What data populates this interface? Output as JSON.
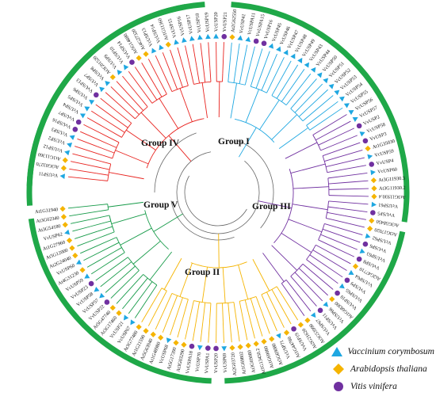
{
  "groups": [
    {
      "label": "Group I",
      "color": "#e8231f"
    },
    {
      "label": "Group II",
      "color": "#7030a0"
    },
    {
      "label": "Group III",
      "color": "#1ea7e1"
    },
    {
      "label": "Group IV",
      "color": "#159a48"
    },
    {
      "label": "Group V",
      "color": "#f5b400"
    }
  ],
  "colors": {
    "ring": "#1fa848",
    "backbone": "#666666"
  },
  "legend": [
    {
      "icon": "triangle-icon",
      "color": "#1ea7e1",
      "label": "Vaccinium corymbosum"
    },
    {
      "icon": "diamond-icon",
      "color": "#f5b400",
      "label": "Arabidopsis thaliana"
    },
    {
      "icon": "circle-icon",
      "color": "#7030a0",
      "label": "Vitis vinifera"
    }
  ],
  "leaves": [
    {
      "label": "VcUSP11",
      "species": "vc",
      "group": 0
    },
    {
      "label": "At3G03270",
      "species": "at",
      "group": 0
    },
    {
      "label": "At1G11360",
      "species": "at",
      "group": 0
    },
    {
      "label": "VcUSP12",
      "species": "vc",
      "group": 0
    },
    {
      "label": "VcUSP2",
      "species": "vc",
      "group": 0
    },
    {
      "label": "VcUSP3",
      "species": "vc",
      "group": 0
    },
    {
      "label": "VvUSP16",
      "species": "vv",
      "group": 0
    },
    {
      "label": "VvUSP7",
      "species": "vv",
      "group": 0
    },
    {
      "label": "VcUSP4",
      "species": "vc",
      "group": 0
    },
    {
      "label": "VcUSP5",
      "species": "vc",
      "group": 0
    },
    {
      "label": "VcUSP6",
      "species": "vc",
      "group": 0
    },
    {
      "label": "VvUSP13",
      "species": "vv",
      "group": 0
    },
    {
      "label": "VcUSP7",
      "species": "vc",
      "group": 0
    },
    {
      "label": "VcUSP8",
      "species": "vc",
      "group": 0
    },
    {
      "label": "At3G01520",
      "species": "at",
      "group": 0
    },
    {
      "label": "VcUSP9",
      "species": "vc",
      "group": 0
    },
    {
      "label": "VcUSP10",
      "species": "vc",
      "group": 0
    },
    {
      "label": "VvUSP14",
      "species": "vv",
      "group": 0
    },
    {
      "label": "At5G14680",
      "species": "at",
      "group": 0
    },
    {
      "label": "At4G27320",
      "species": "at",
      "group": 0
    },
    {
      "label": "VcUSP13",
      "species": "vc",
      "group": 0
    },
    {
      "label": "VcUSP14",
      "species": "vc",
      "group": 0
    },
    {
      "label": "At1G11360",
      "species": "at",
      "group": 0
    },
    {
      "label": "VcUSP15",
      "species": "vc",
      "group": 0
    },
    {
      "label": "VcUSP16",
      "species": "vc",
      "group": 0
    },
    {
      "label": "VcUSP17",
      "species": "vc",
      "group": 0
    },
    {
      "label": "VcUSP18",
      "species": "vc",
      "group": 0
    },
    {
      "label": "VcUSP19",
      "species": "vc",
      "group": 0
    },
    {
      "label": "VcUSP20",
      "species": "vc",
      "group": 0
    },
    {
      "label": "VvUSP21",
      "species": "vv",
      "group": 0
    },
    {
      "label": "At2G62550",
      "species": "at",
      "group": 2
    },
    {
      "label": "VcUSP41",
      "species": "vc",
      "group": 2
    },
    {
      "label": "VcUSPA11",
      "species": "vc",
      "group": 2
    },
    {
      "label": "VvUSPA15",
      "species": "vv",
      "group": 2
    },
    {
      "label": "VvUSP16",
      "species": "vv",
      "group": 2
    },
    {
      "label": "VcUSP45",
      "species": "vc",
      "group": 2
    },
    {
      "label": "VcUSP46",
      "species": "vc",
      "group": 2
    },
    {
      "label": "VcUSP47",
      "species": "vc",
      "group": 2
    },
    {
      "label": "VcUSP48",
      "species": "vc",
      "group": 2
    },
    {
      "label": "VcUSP49",
      "species": "vc",
      "group": 2
    },
    {
      "label": "VcUSP43",
      "species": "vc",
      "group": 2
    },
    {
      "label": "VcUSP44",
      "species": "vc",
      "group": 2
    },
    {
      "label": "VcUSP50",
      "species": "vc",
      "group": 2
    },
    {
      "label": "VcUSP51",
      "species": "vc",
      "group": 2
    },
    {
      "label": "VcUSP52",
      "species": "vc",
      "group": 2
    },
    {
      "label": "VcUSP53",
      "species": "vc",
      "group": 2
    },
    {
      "label": "VcUSP54",
      "species": "vc",
      "group": 2
    },
    {
      "label": "VcUSP55",
      "species": "vc",
      "group": 2
    },
    {
      "label": "VcUSP56",
      "species": "vc",
      "group": 1
    },
    {
      "label": "VcUSP57",
      "species": "vc",
      "group": 1
    },
    {
      "label": "VvUSP2",
      "species": "vv",
      "group": 1
    },
    {
      "label": "VcUSP58",
      "species": "vc",
      "group": 1
    },
    {
      "label": "VvUSP3",
      "species": "vv",
      "group": 1
    },
    {
      "label": "At1G35030",
      "species": "at",
      "group": 1
    },
    {
      "label": "VcUSP59",
      "species": "vc",
      "group": 1
    },
    {
      "label": "VvUSP4",
      "species": "vv",
      "group": 1
    },
    {
      "label": "VcUSP60",
      "species": "vc",
      "group": 1
    },
    {
      "label": "At3G11930.3",
      "species": "at",
      "group": 1
    },
    {
      "label": "At3G11930.2",
      "species": "at",
      "group": 1
    },
    {
      "label": "At3G11930.4",
      "species": "at",
      "group": 1
    },
    {
      "label": "VcUSP61",
      "species": "vc",
      "group": 1
    },
    {
      "label": "VvUSP5",
      "species": "vv",
      "group": 1
    },
    {
      "label": "At3G58450",
      "species": "at",
      "group": 1
    },
    {
      "label": "At3G17020",
      "species": "at",
      "group": 1
    },
    {
      "label": "VcUSP62",
      "species": "vc",
      "group": 1
    },
    {
      "label": "VvUSP6",
      "species": "vv",
      "group": 1
    },
    {
      "label": "VcUSP63",
      "species": "vc",
      "group": 1
    },
    {
      "label": "VvUSP8",
      "species": "vv",
      "group": 1
    },
    {
      "label": "At2G47710",
      "species": "at",
      "group": 1
    },
    {
      "label": "VcUSP64",
      "species": "vc",
      "group": 1
    },
    {
      "label": "VvUSP9",
      "species": "vv",
      "group": 1
    },
    {
      "label": "VcUSP65",
      "species": "vc",
      "group": 1
    },
    {
      "label": "VvUSP10",
      "species": "vv",
      "group": 1
    },
    {
      "label": "At1G68300",
      "species": "at",
      "group": 1
    },
    {
      "label": "VcUSP66",
      "species": "vc",
      "group": 1
    },
    {
      "label": "VvUSP11",
      "species": "vv",
      "group": 1
    },
    {
      "label": "VcUSP67",
      "species": "vc",
      "group": 1
    },
    {
      "label": "At3G53990",
      "species": "at",
      "group": 1
    },
    {
      "label": "At2G21620",
      "species": "at",
      "group": 4
    },
    {
      "label": "VvUSP19",
      "species": "vv",
      "group": 4
    },
    {
      "label": "At1G44760",
      "species": "at",
      "group": 4
    },
    {
      "label": "VcUSP71",
      "species": "vc",
      "group": 4
    },
    {
      "label": "At5G69080",
      "species": "at",
      "group": 4
    },
    {
      "label": "At1G69080",
      "species": "at",
      "group": 4
    },
    {
      "label": "At1G13450.2",
      "species": "at",
      "group": 4
    },
    {
      "label": "At3G69080",
      "species": "at",
      "group": 4
    },
    {
      "label": "At1G69802",
      "species": "at",
      "group": 4
    },
    {
      "label": "At2G03720",
      "species": "at",
      "group": 4
    },
    {
      "label": "VcUSP69",
      "species": "vc",
      "group": 4
    },
    {
      "label": "VvUSP20",
      "species": "vv",
      "group": 4
    },
    {
      "label": "VvUSPA1",
      "species": "vv",
      "group": 4
    },
    {
      "label": "VcUSP70",
      "species": "vc",
      "group": 4
    },
    {
      "label": "VvUSPA18",
      "species": "vv",
      "group": 4
    },
    {
      "label": "At3G03290",
      "species": "at",
      "group": 4
    },
    {
      "label": "At5G17390",
      "species": "at",
      "group": 4
    },
    {
      "label": "VcUSP68",
      "species": "vc",
      "group": 4
    },
    {
      "label": "At1G48980",
      "species": "at",
      "group": 4
    },
    {
      "label": "At5G63940",
      "species": "at",
      "group": 4
    },
    {
      "label": "At1G21590",
      "species": "at",
      "group": 4
    },
    {
      "label": "At3G77480",
      "species": "at",
      "group": 4
    },
    {
      "label": "VcUSP67",
      "species": "vc",
      "group": 3
    },
    {
      "label": "VcUSP21",
      "species": "vc",
      "group": 3
    },
    {
      "label": "At3G17460",
      "species": "at",
      "group": 3
    },
    {
      "label": "At5G47740",
      "species": "at",
      "group": 3
    },
    {
      "label": "VvUSP22",
      "species": "vv",
      "group": 3
    },
    {
      "label": "VcUSP57",
      "species": "vc",
      "group": 3
    },
    {
      "label": "VcUSP58",
      "species": "vc",
      "group": 3
    },
    {
      "label": "VvUSP23",
      "species": "vv",
      "group": 3
    },
    {
      "label": "VcUSP59",
      "species": "vc",
      "group": 3
    },
    {
      "label": "At4G31230",
      "species": "at",
      "group": 3
    },
    {
      "label": "VcUSP60",
      "species": "vc",
      "group": 3
    },
    {
      "label": "At2G24040",
      "species": "at",
      "group": 3
    },
    {
      "label": "At5G12000",
      "species": "at",
      "group": 3
    },
    {
      "label": "At1G27960",
      "species": "at",
      "group": 3
    },
    {
      "label": "VcUSP62",
      "species": "vc",
      "group": 3
    },
    {
      "label": "At3G54180",
      "species": "at",
      "group": 3
    },
    {
      "label": "At3G02340",
      "species": "at",
      "group": 3
    },
    {
      "label": "At1G31940",
      "species": "at",
      "group": 3
    }
  ]
}
